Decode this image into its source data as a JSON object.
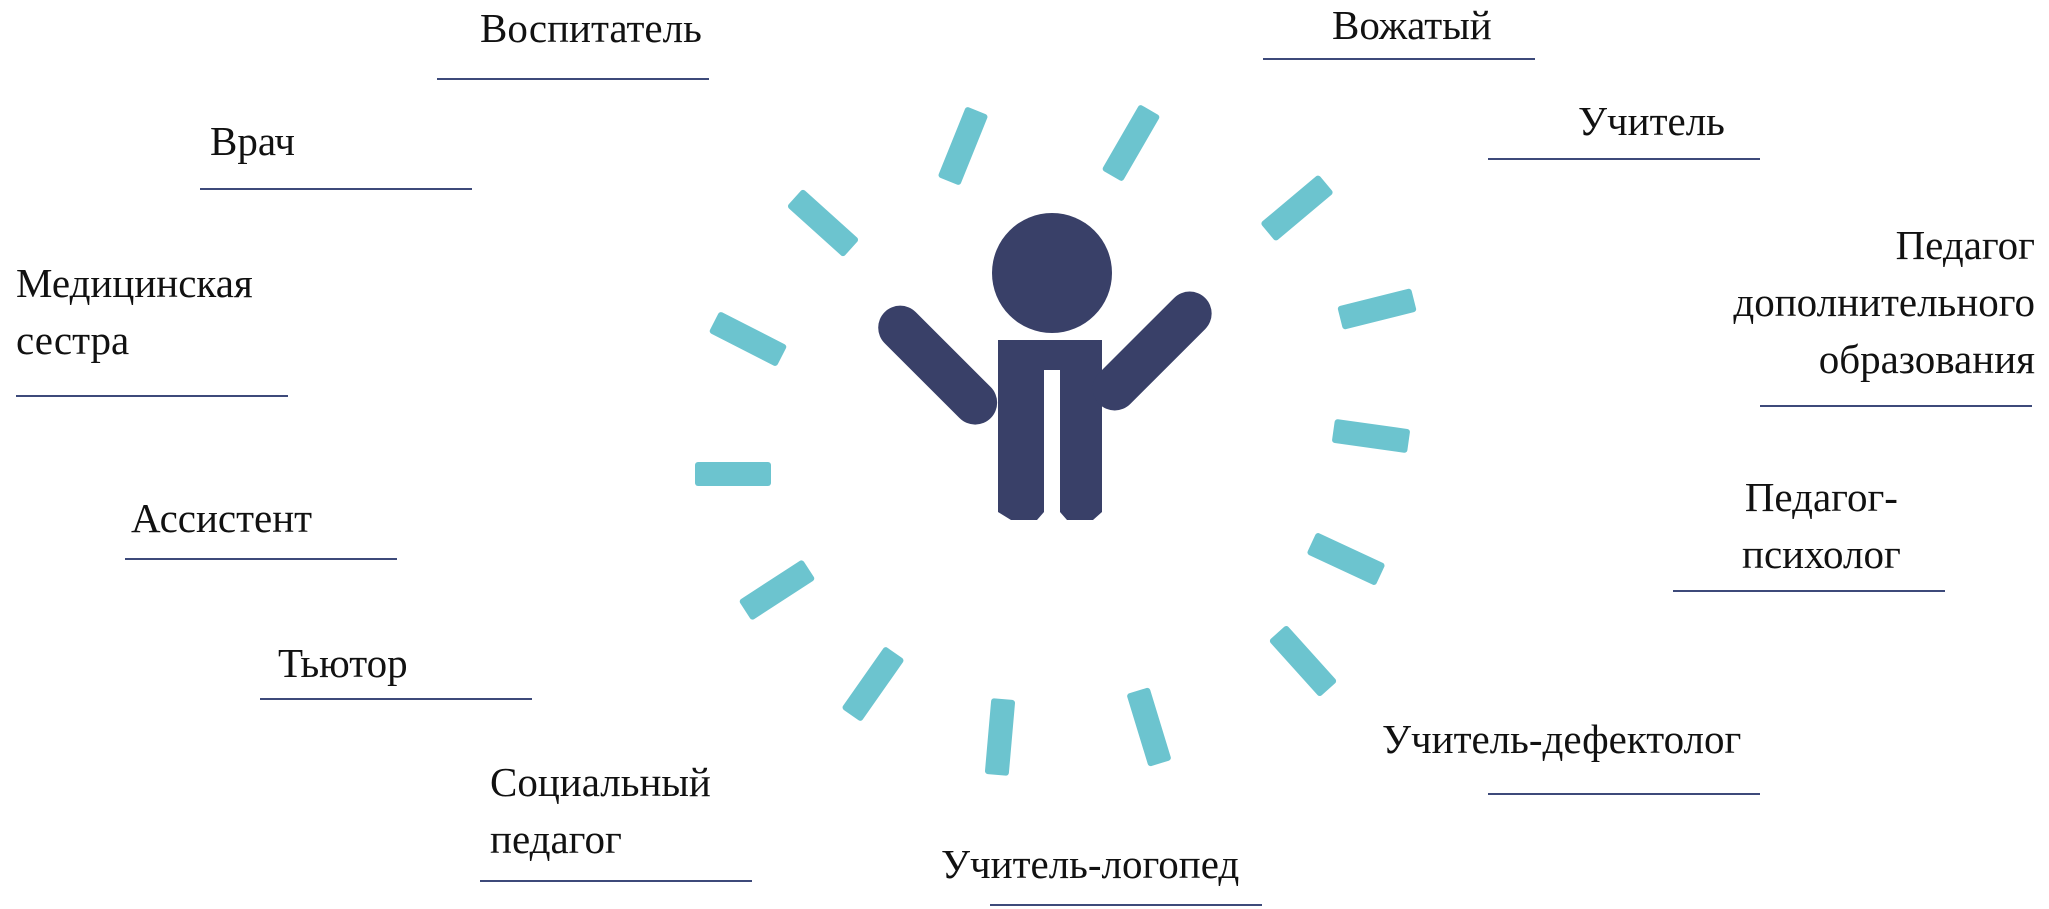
{
  "colors": {
    "figure": "#394068",
    "rays": "#6cc4cf",
    "underline": "#3d4a7a",
    "text": "#111111"
  },
  "icons": {
    "center": "child-figure-icon",
    "rays": "radiating-rays"
  },
  "roles": {
    "vospitatel": "Воспитатель",
    "vozhaty": "Вожатый",
    "vrach": "Врач",
    "uchitel": "Учитель",
    "med_sestra": [
      "Медицинская",
      "сестра"
    ],
    "pedagog_dop": [
      "Педагог",
      "дополнительного",
      "образования"
    ],
    "assistent": "Ассистент",
    "pedagog_psiholog": [
      "Педагог-",
      "психолог"
    ],
    "tyutor": "Тьютор",
    "defektolog": "Учитель-дефектолог",
    "soc_pedagog": [
      "Социальный",
      "педагог"
    ],
    "logoped": "Учитель-логопед"
  }
}
